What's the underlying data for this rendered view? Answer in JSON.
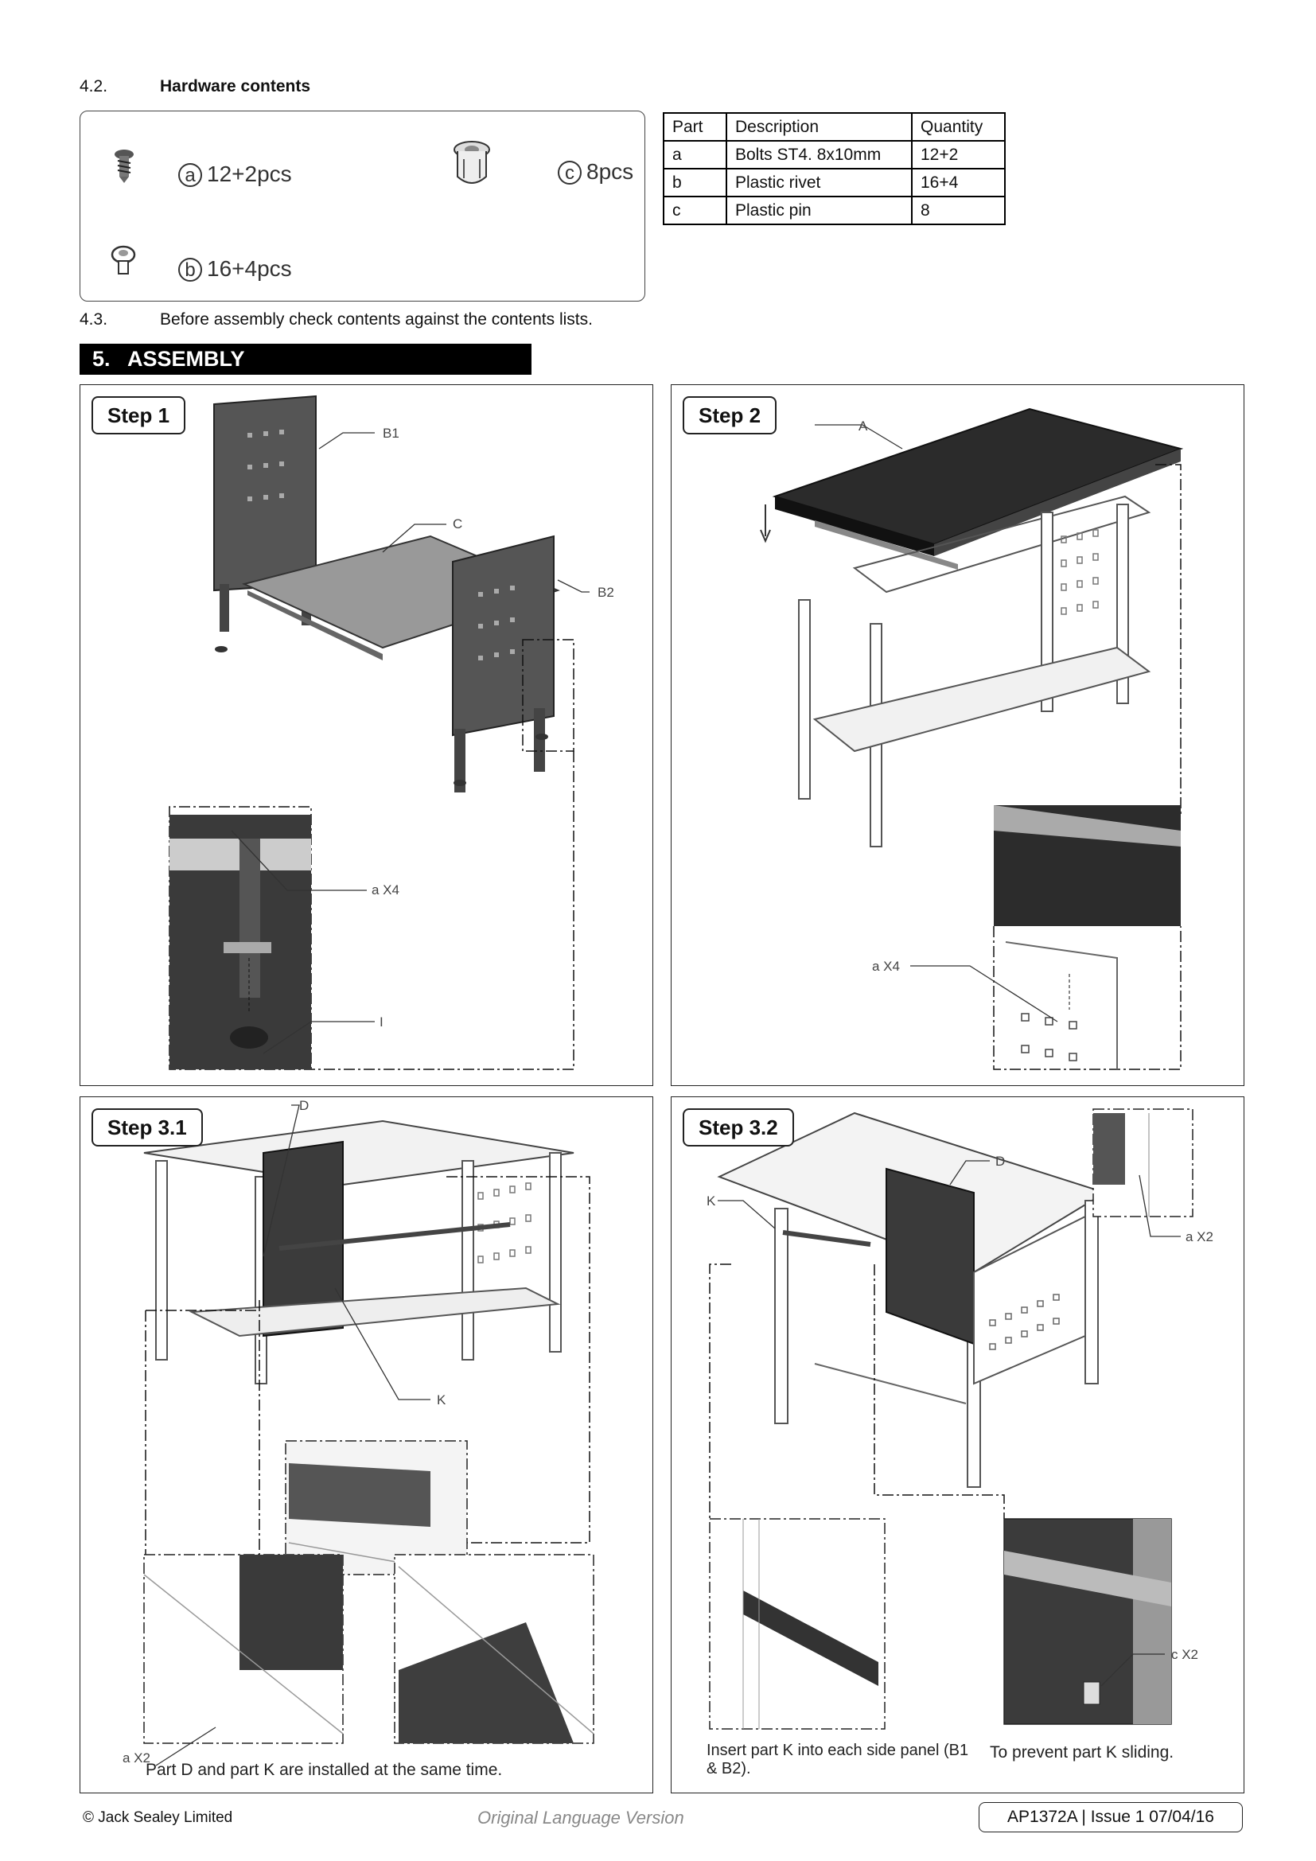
{
  "sections": {
    "s42": {
      "number": "4.2.",
      "title": "Hardware contents"
    },
    "s43": {
      "number": "4.3.",
      "text": "Before assembly check contents against the contents lists."
    },
    "s5": {
      "title": "5.   ASSEMBLY"
    }
  },
  "hardware": {
    "a": {
      "letter": "a",
      "qty": "12+2pcs"
    },
    "b": {
      "letter": "b",
      "qty": "16+4pcs"
    },
    "c": {
      "letter": "c",
      "qty": "8pcs"
    }
  },
  "parts_table": {
    "headers": [
      "Part",
      "Description",
      "Quantity"
    ],
    "rows": [
      [
        "a",
        "Bolts ST4. 8x10mm",
        "12+2"
      ],
      [
        "b",
        "Plastic rivet",
        "16+4"
      ],
      [
        "c",
        "Plastic pin",
        "8"
      ]
    ]
  },
  "steps": {
    "step1": {
      "label": "Step 1",
      "callouts": [
        "B1",
        "C",
        "B2",
        "a X4",
        "I"
      ]
    },
    "step2": {
      "label": "Step 2",
      "callouts": [
        "A",
        "a X4"
      ]
    },
    "step31": {
      "label": "Step 3.1",
      "callouts": [
        "D",
        "K",
        "a X2"
      ],
      "caption": "Part D and part K are installed at the same time."
    },
    "step32": {
      "label": "Step 3.2",
      "callouts": [
        "D",
        "K",
        "a X2",
        "c X2"
      ],
      "caption_left": "Insert part K into each side panel (B1 & B2).",
      "caption_right": "To prevent part K sliding."
    }
  },
  "footer": {
    "copyright": "© Jack Sealey Limited",
    "language": "Original Language Version",
    "doc_ref": "AP1372A | Issue 1 07/04/16"
  }
}
